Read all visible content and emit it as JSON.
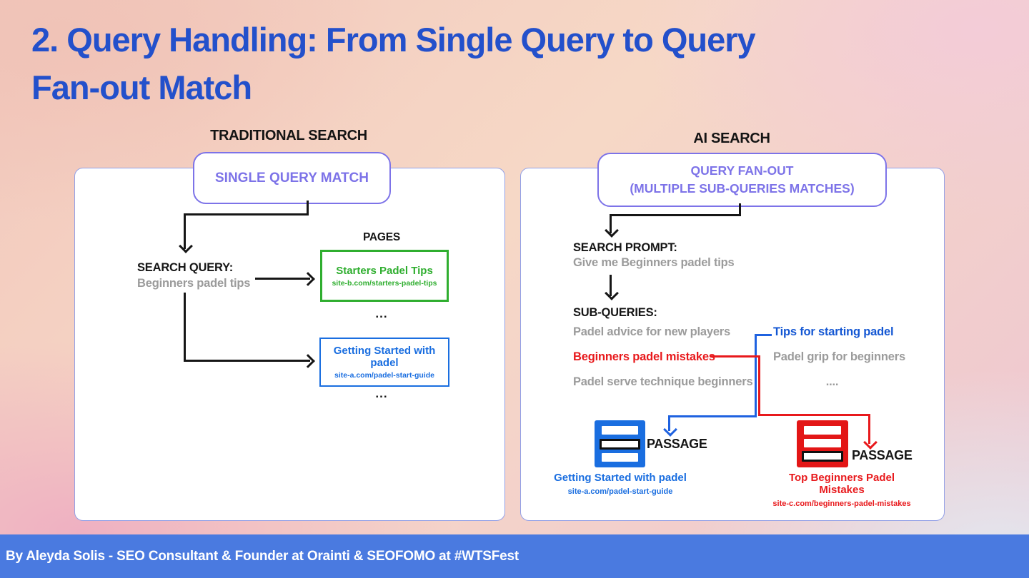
{
  "slide": {
    "title_line1": "2. Query Handling: From Single Query to Query",
    "title_line2": "Fan-out Match",
    "footer_credit": "By Aleyda Solis -  SEO Consultant & Founder at Orainti & SEOFOMO at #WTSFest"
  },
  "colors": {
    "title_blue": "#2350cb",
    "purple_accent": "#7d73e8",
    "green_accent": "#2fae2f",
    "blue_accent": "#1a6ee0",
    "red_accent": "#e8191c",
    "gray_text": "#9b9b9b",
    "footer_bg": "#4a7ae0",
    "panel_border": "#93a0e6"
  },
  "traditional": {
    "heading": "TRADITIONAL SEARCH",
    "match_pill": "SINGLE QUERY MATCH",
    "query_label": "SEARCH QUERY:",
    "query_value": "Beginners padel tips",
    "pages_label": "PAGES",
    "ellipsis_top": "...",
    "ellipsis_bottom": "...",
    "result_green": {
      "title": "Starters Padel Tips",
      "url": "site-b.com/starters-padel-tips"
    },
    "result_blue": {
      "title": "Getting Started with padel",
      "url": "site-a.com/padel-start-guide"
    }
  },
  "ai": {
    "heading": "AI SEARCH",
    "match_pill_line1": "QUERY FAN-OUT",
    "match_pill_line2": "(MULTIPLE SUB-QUERIES MATCHES)",
    "prompt_label": "SEARCH PROMPT:",
    "prompt_value": "Give me Beginners padel tips",
    "sub_queries": {
      "label": "SUB-QUERIES:",
      "col_left": [
        "Padel advice for new players",
        "Beginners padel mistakes",
        "Padel serve technique beginners"
      ],
      "col_right": [
        "Tips for starting padel",
        "Padel grip for beginners",
        "...."
      ]
    },
    "passage_blue": "PASSAGE",
    "passage_red": "PASSAGE",
    "result_blue": {
      "title": "Getting Started with padel",
      "url": "site-a.com/padel-start-guide"
    },
    "result_red": {
      "title": "Top Beginners Padel Mistakes",
      "url": "site-c.com/beginners-padel-mistakes"
    }
  }
}
